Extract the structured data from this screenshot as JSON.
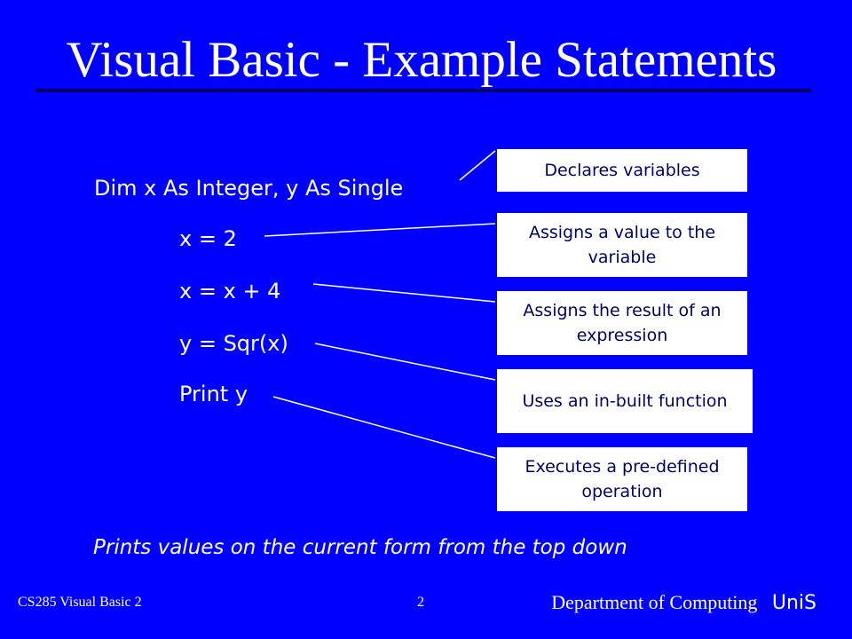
{
  "slide": {
    "title": "Visual Basic - Example Statements",
    "code": [
      "Dim x As Integer, y As Single",
      "x = 2",
      "x = x + 4",
      "y = Sqr(x)",
      "Print y"
    ],
    "callouts": [
      "Declares variables",
      "Assigns a value to the variable",
      "Assigns the result of an expression",
      "Uses an in-built function",
      "Executes a pre-defined operation"
    ],
    "note": "Prints values on the current form from the top down"
  },
  "footer": {
    "course": "CS285 Visual Basic 2",
    "page_number": "2",
    "department": "Department of Computing",
    "university": "UniS"
  },
  "colors": {
    "background": "#0000ff",
    "text": "#ffffff",
    "callout_bg": "#ffffff",
    "callout_text": "#000066",
    "rule": "#000066"
  }
}
